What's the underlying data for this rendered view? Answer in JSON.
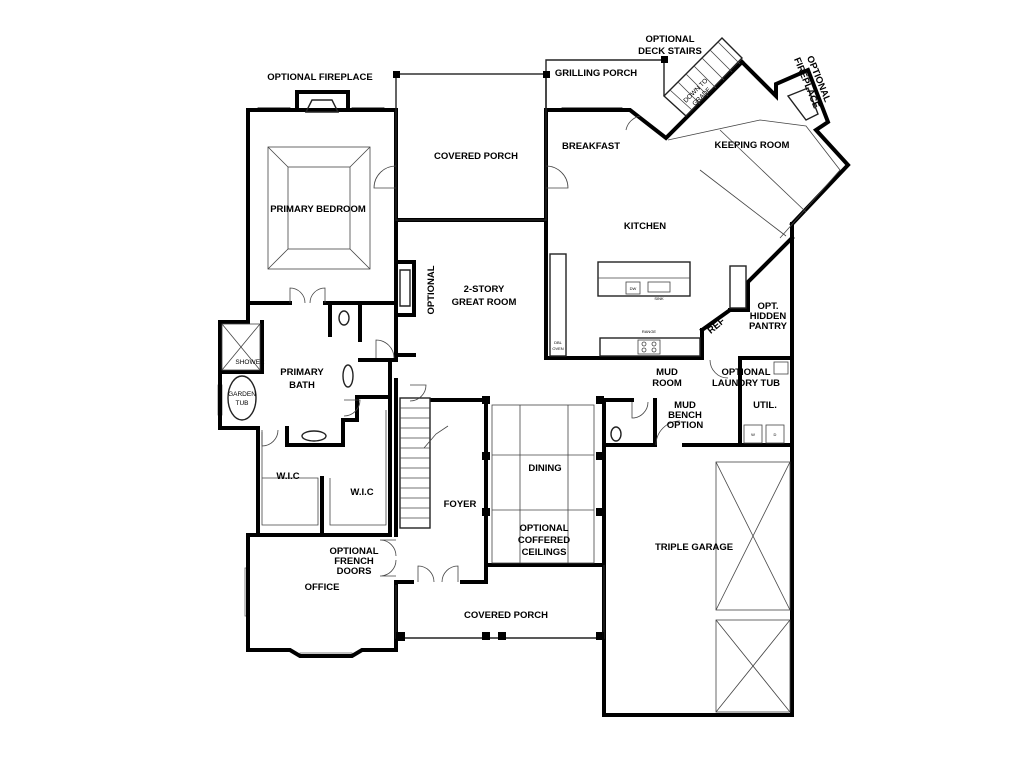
{
  "labels": {
    "optional_fireplace_left": "OPTIONAL FIREPLACE",
    "grilling_porch": "GRILLING PORCH",
    "optional_deck_stairs": [
      "OPTIONAL",
      "DECK STAIRS"
    ],
    "down_to_grade": [
      "DOWN TO",
      "GRADE"
    ],
    "optional_fireplace_right": [
      "OPTIONAL",
      "FIREPLACE"
    ],
    "covered_porch_rear": "COVERED PORCH",
    "breakfast": "BREAKFAST",
    "keeping_room": "KEEPING ROOM",
    "primary_bedroom": "PRIMARY BEDROOM",
    "kitchen": "KITCHEN",
    "optional_side": "OPTIONAL",
    "great_room": [
      "2-STORY",
      "GREAT ROOM"
    ],
    "opt_hidden_pantry": [
      "OPT.",
      "HIDDEN",
      "PANTRY"
    ],
    "ref": "REF",
    "shower": "SHOWER",
    "primary_bath": [
      "PRIMARY",
      "BATH"
    ],
    "garden_tub": [
      "GARDEN",
      "TUB"
    ],
    "mud_room": [
      "MUD",
      "ROOM"
    ],
    "optional_laundry_tub": [
      "OPTIONAL",
      "LAUNDRY TUB"
    ],
    "mud_bench_option": [
      "MUD",
      "BENCH",
      "OPTION"
    ],
    "util": "UTIL.",
    "dining": "DINING",
    "wic_left": "W.I.C",
    "wic_right": "W.I.C",
    "foyer": "FOYER",
    "optional_coffered_ceilings": [
      "OPTIONAL",
      "COFFERED",
      "CEILINGS"
    ],
    "triple_garage": "TRIPLE GARAGE",
    "optional_french_doors": [
      "OPTIONAL",
      "FRENCH",
      "DOORS"
    ],
    "office": "OFFICE",
    "covered_porch_front": "COVERED PORCH",
    "dw": "DW",
    "sink": "SINK",
    "range": "RANGE",
    "dbl_oven": [
      "DBL",
      "OVEN"
    ],
    "washer": "W",
    "dryer": "D"
  }
}
